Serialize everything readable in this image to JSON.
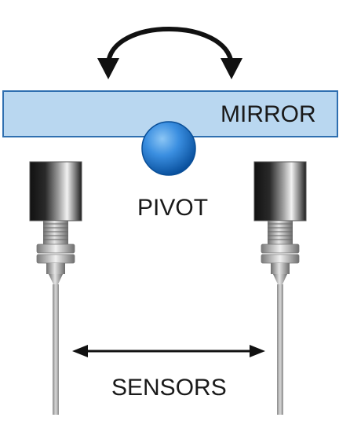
{
  "labels": {
    "mirror": "MIRROR",
    "pivot": "PIVOT",
    "sensors": "SENSORS"
  },
  "colors": {
    "mirror_fill": "#b9d7f0",
    "mirror_stroke": "#2f6fb0",
    "pivot_light": "#5fa8ea",
    "pivot_dark": "#0a5db4",
    "sensor_body_dark": "#1a1a1a",
    "sensor_body_light": "#e8e8e8",
    "arrow": "#111111"
  },
  "icons": {
    "rotation": "curved-double-arrow-icon",
    "span": "horizontal-double-arrow-icon"
  }
}
